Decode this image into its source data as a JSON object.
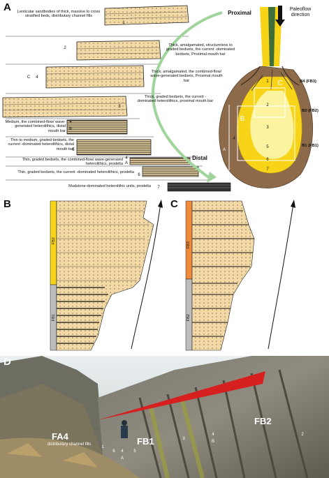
{
  "panel_a": {
    "letter": "A",
    "units": [
      {
        "text": "Lenticular sandbodies of thick, massive to cross stratified beds, distributary channel fills",
        "marker": "1"
      },
      {
        "text": "Thick, amalgamated, structureless to graded bedsets, the current -dominated bedsets, Proximal mouth bar",
        "marker": "2"
      },
      {
        "text": "Thick, amalgamated, the combined-flow/ wave-generated bedsets, Proximal mouth bar",
        "marker": "4",
        "marker_alt": "C"
      },
      {
        "text": "Thick, graded bedsets, the current -dominated heterolithics, proximal mouth bar",
        "marker": "3"
      },
      {
        "text": "Medium, the combined-flow/ wave-generated heterolithics, distal mouth bar",
        "marker": "4",
        "marker_alt": "B"
      },
      {
        "text": "Thin to medium, graded bedsets, the current -dominated heterolithics, distal mouth bar",
        "marker": "5"
      },
      {
        "text": "Thin, graded bedsets, the combined-flow/ wave-generated heterolithics, prodelta",
        "marker": "4",
        "marker_alt": "A"
      },
      {
        "text": "Thin, graded bedsets, the current -dominated heterolithics, prodelta",
        "marker": "6"
      },
      {
        "text": "Mudstone-dominated heterolithic units, prodelta",
        "marker": "7"
      }
    ],
    "proximal_label": "Proximal",
    "distal_label": "Distal",
    "paleoflow_label": "Paleoflow direction",
    "bar_labels": [
      "B4 (FB3)",
      "B2 (FB2)",
      "B1 (FB1)"
    ],
    "map_letters": [
      "A",
      "B",
      "C"
    ],
    "map_numbers": [
      "1",
      "2",
      "3",
      "4",
      "5",
      "6",
      "7"
    ],
    "colors": {
      "sand": "#f3d9a5",
      "yellow": "#f7d417",
      "lightyellow": "#fbf3a0",
      "brown": "#8c6a4a",
      "green_arrow": "#9fd49a",
      "gray": "#bdbdbd",
      "orange": "#f08a3c"
    }
  },
  "panel_b": {
    "letter": "B",
    "fb_labels": [
      "FB2",
      "FB1"
    ]
  },
  "panel_c": {
    "letter": "C",
    "fb_labels": [
      "FB3",
      "FB2"
    ]
  },
  "panel_d": {
    "letter": "D",
    "labels": {
      "fa4": "FA4",
      "fa4_sub": "distributary channel fills",
      "fb1": "FB1",
      "fb2": "FB2"
    },
    "markers": [
      "1",
      "6",
      "4",
      "A",
      "5",
      "3",
      "4",
      "B",
      "2"
    ]
  }
}
